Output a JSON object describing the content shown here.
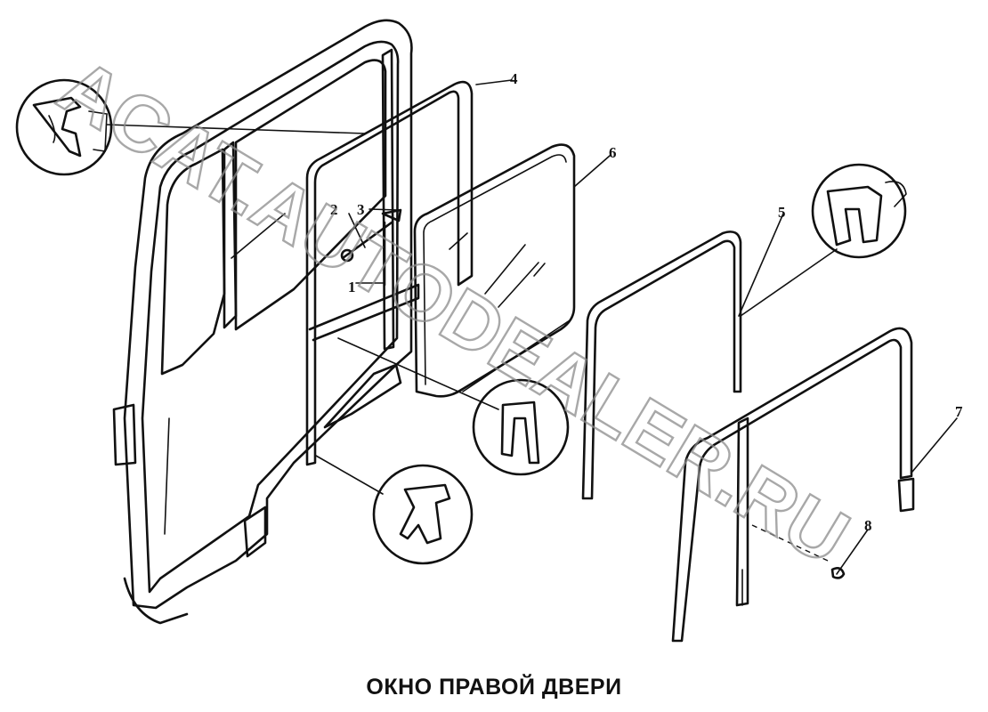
{
  "title": "ОКНО ПРАВОЙ ДВЕРИ",
  "watermark": "ACAT.AUTODEALER.RU",
  "callouts": {
    "c1": "1",
    "c2": "2",
    "c3": "3",
    "c4": "4",
    "c5": "5",
    "c6": "6",
    "c7": "7",
    "c8": "8"
  },
  "colors": {
    "line": "#111111",
    "watermark": "#8c8c8c",
    "background": "#ffffff"
  }
}
